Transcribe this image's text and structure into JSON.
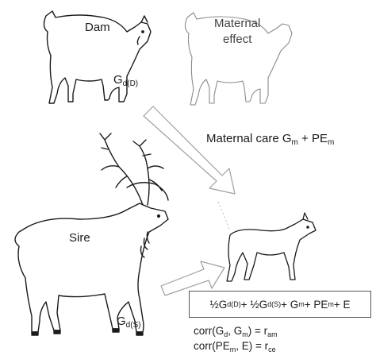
{
  "labels": {
    "dam": "Dam",
    "maternal_effect_line1": "Maternal",
    "maternal_effect_line2": "effect",
    "dam_genetic": {
      "main": "G",
      "sub": "d(D)"
    },
    "sire": "Sire",
    "sire_genetic": {
      "main": "G",
      "sub": "d(S)"
    },
    "maternal_care": {
      "prefix": "Maternal care G",
      "sub1": "m",
      "mid": " + PE",
      "sub2": "m"
    }
  },
  "formula": {
    "parts": [
      {
        "t": "½G"
      },
      {
        "s": "d(D)"
      },
      {
        "t": " + ½G"
      },
      {
        "s": "d(S)"
      },
      {
        "t": "+ G"
      },
      {
        "s": "m"
      },
      {
        "t": " + PE"
      },
      {
        "s": "m"
      },
      {
        "t": " + E"
      }
    ]
  },
  "correlations": [
    {
      "parts": [
        {
          "t": "corr(G"
        },
        {
          "s": "d"
        },
        {
          "t": ", G"
        },
        {
          "s": "m"
        },
        {
          "t": ") = r"
        },
        {
          "s": "am"
        }
      ]
    },
    {
      "parts": [
        {
          "t": "corr(PE"
        },
        {
          "s": "m"
        },
        {
          "t": ", E) = r"
        },
        {
          "s": "ce"
        }
      ]
    }
  ],
  "colors": {
    "outline": "#1a1a1a",
    "faint_outline": "#8a8a8a",
    "arrow_stroke": "#a0a0a0",
    "arrow_fill": "#ffffff"
  }
}
